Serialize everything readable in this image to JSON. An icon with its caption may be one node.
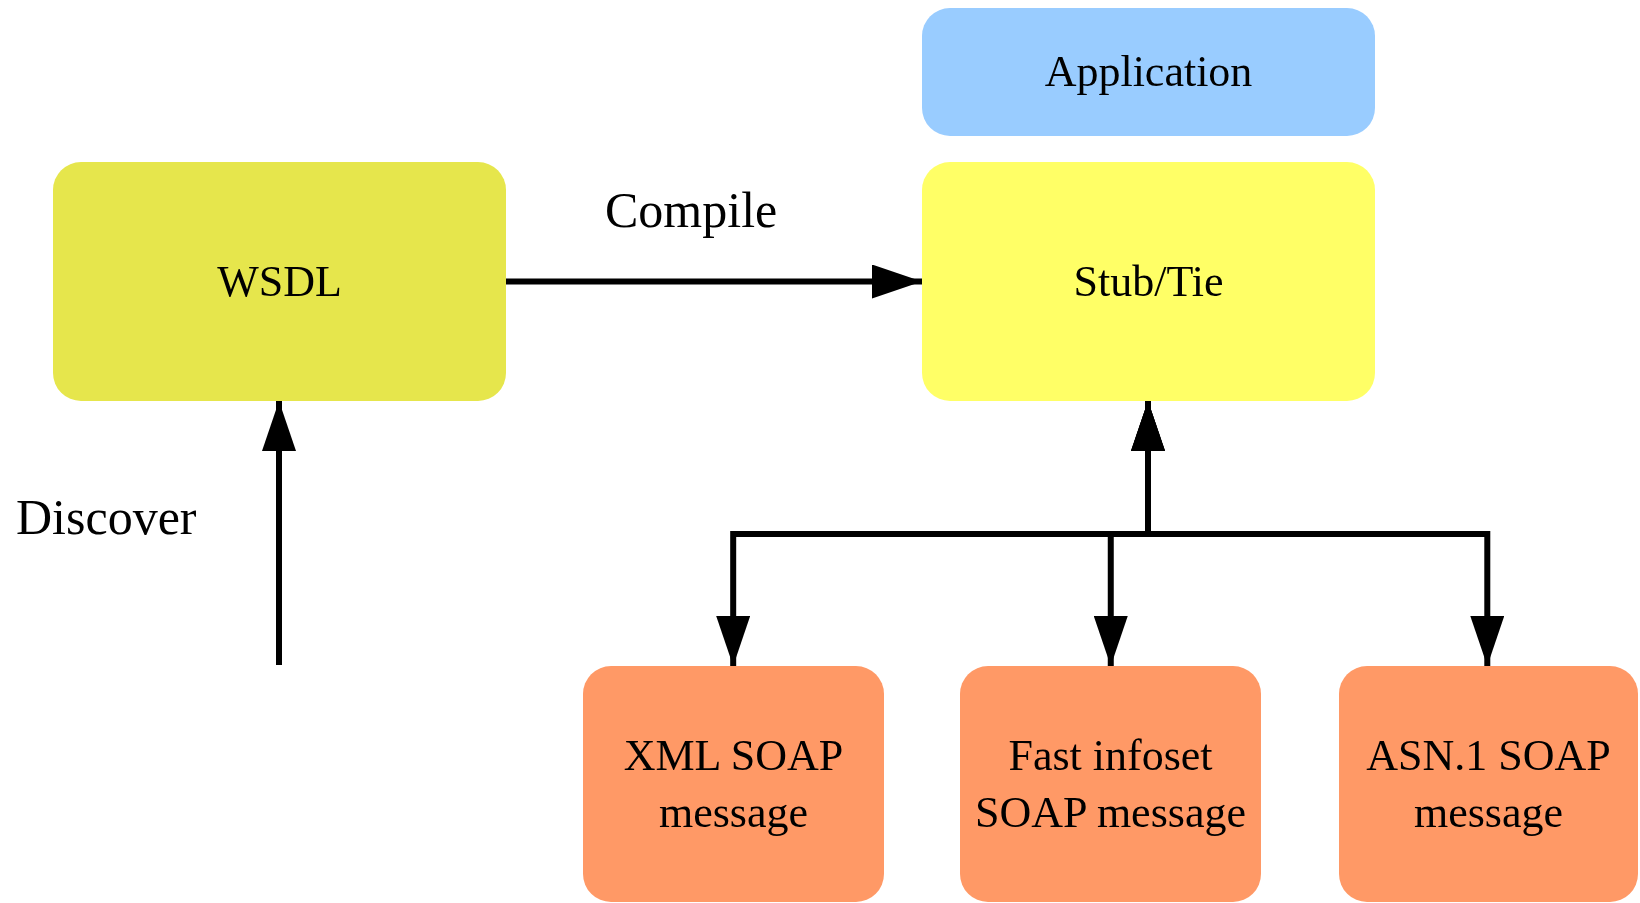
{
  "diagram": {
    "nodes": [
      {
        "text": [
          "Application"
        ]
      },
      {
        "text": [
          "WSDL"
        ]
      },
      {
        "text": [
          "Stub/Tie"
        ]
      },
      {
        "text": [
          "XML SOAP message"
        ]
      },
      {
        "text": [
          "Fast infoset SOAP message"
        ]
      },
      {
        "text": [
          "ASN.1 SOAP message"
        ]
      }
    ],
    "edges": [
      {
        "from": null,
        "to": 1,
        "arrow": "to",
        "label": "Discover"
      },
      {
        "from": 1,
        "to": 2,
        "arrow": "to",
        "label": "Compile"
      },
      {
        "from": 2,
        "to": 3,
        "arrow": "both"
      },
      {
        "from": 2,
        "to": 4,
        "arrow": "both"
      },
      {
        "from": 2,
        "to": 5,
        "arrow": "both"
      }
    ]
  }
}
